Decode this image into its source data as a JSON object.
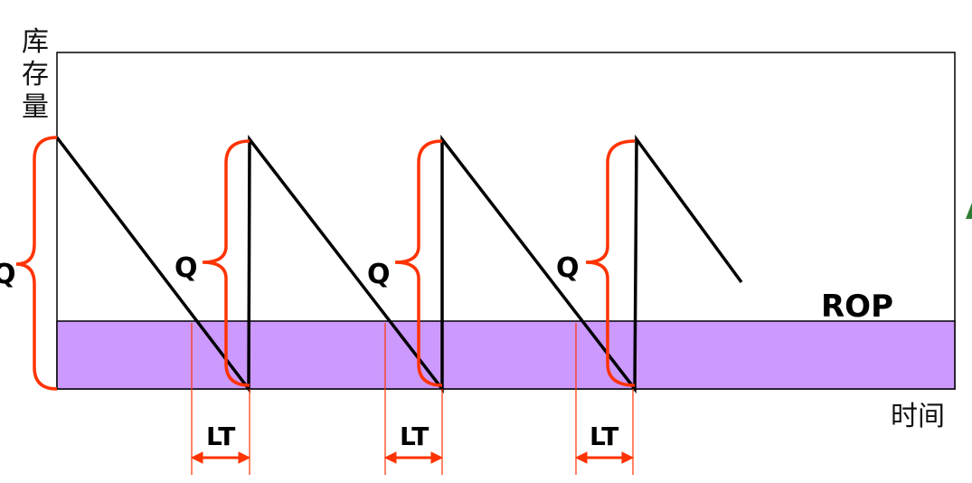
{
  "y_axis_label": [
    "库",
    "存",
    "量"
  ],
  "x_axis_label": "时间",
  "quantity_label": "Q",
  "reorder_point_label": "ROP",
  "lead_time_label": "LT",
  "colors": {
    "frame": "#000000",
    "inventory_line": "#000000",
    "safety_band": "#cc99ff",
    "brace": "#ff3300",
    "lead_time_marker": "#ff3300"
  }
}
